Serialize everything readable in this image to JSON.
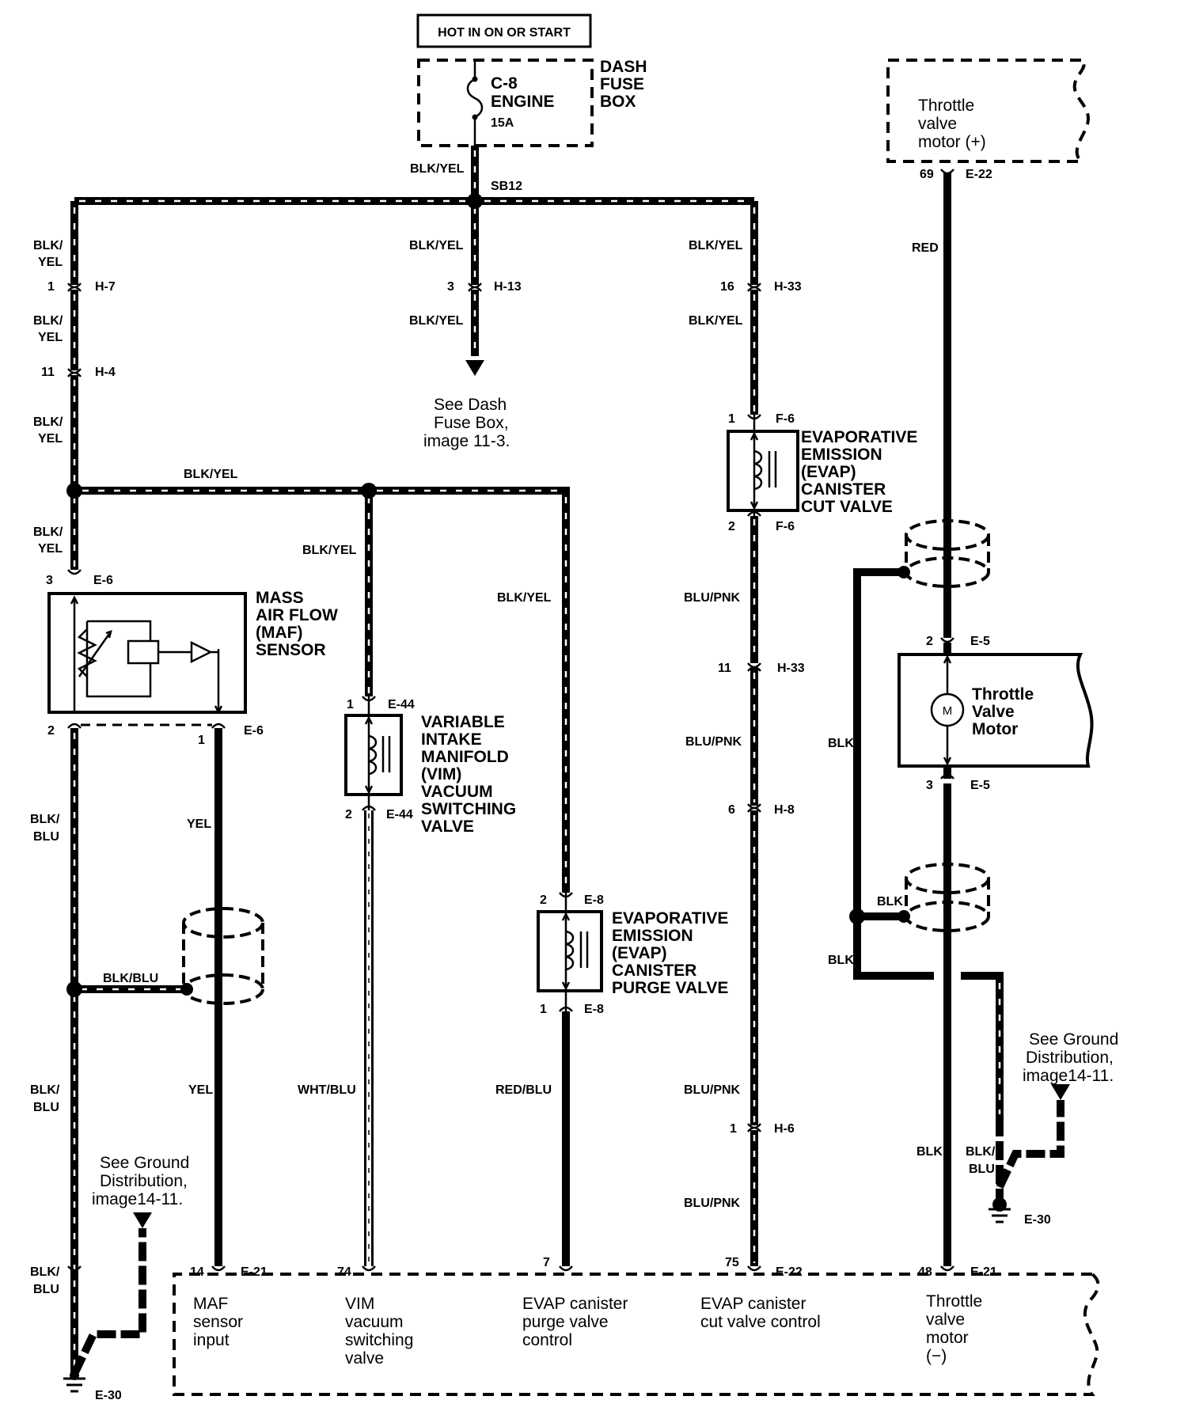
{
  "power": {
    "hot_label": "HOT IN ON OR START",
    "fuse_id": "C-8",
    "fuse_name": "ENGINE",
    "fuse_rating": "15A",
    "fuse_box_line1": "DASH",
    "fuse_box_line2": "FUSE",
    "fuse_box_line3": "BOX",
    "splice": "SB12"
  },
  "wire_labels": {
    "top": "BLK/YEL",
    "left_1a": "BLK/",
    "left_1b": "YEL",
    "left_2a": "BLK/",
    "left_2b": "YEL",
    "left_3a": "BLK/",
    "left_3b": "YEL",
    "left_4a": "BLK/",
    "left_4b": "YEL",
    "mid_a": "BLK/YEL",
    "mid_b": "BLK/YEL",
    "right_a": "BLK/YEL",
    "right_b": "BLK/YEL",
    "bus": "BLK/YEL",
    "vim_in": "BLK/YEL",
    "purge_in": "BLK/YEL",
    "cut_out_1": "BLU/PNK",
    "cut_out_2": "BLU/PNK",
    "cut_out_3": "BLU/PNK",
    "cut_out_4": "BLU/PNK",
    "red": "RED",
    "maf_gnd_1a": "BLK/",
    "maf_gnd_1b": "BLU",
    "maf_gnd_2a": "BLK/",
    "maf_gnd_2b": "BLU",
    "maf_gnd_3a": "BLK/",
    "maf_gnd_3b": "BLU",
    "maf_shield": "BLK/BLU",
    "maf_sig_1": "YEL",
    "maf_sig_2": "YEL",
    "vim_out": "WHT/BLU",
    "purge_out": "RED/BLU",
    "blk_1": "BLK",
    "blk_2": "BLK",
    "blk_3": "BLK",
    "blk_4": "BLK",
    "blk_blu_a": "BLK/",
    "blk_blu_b": "BLU"
  },
  "connectors": {
    "h7_pin": "1",
    "h7": "H-7",
    "h4_pin": "11",
    "h4": "H-4",
    "h13_pin": "3",
    "h13": "H-13",
    "h33a_pin": "16",
    "h33a": "H-33",
    "f6a_pin": "1",
    "f6a": "F-6",
    "f6b_pin": "2",
    "f6b": "F-6",
    "e6a_pin": "3",
    "e6a": "E-6",
    "e6b_pin": "2",
    "e6c_pin": "1",
    "e6b": "E-6",
    "e44a_pin": "1",
    "e44a": "E-44",
    "e44b_pin": "2",
    "e44b": "E-44",
    "e8a_pin": "2",
    "e8a": "E-8",
    "e8b_pin": "1",
    "e8b": "E-8",
    "h33b_pin": "11",
    "h33b": "H-33",
    "h8_pin": "6",
    "h8": "H-8",
    "h6_pin": "1",
    "h6": "H-6",
    "e22a_pin": "69",
    "e22a": "E-22",
    "e5a_pin": "2",
    "e5a": "E-5",
    "e5b_pin": "3",
    "e5b": "E-5",
    "e21a_pin": "14",
    "e21a": "E-21",
    "ecm_vim_pin": "74",
    "ecm_purge_pin": "7",
    "e22b_pin": "75",
    "e22b": "E-22",
    "e21b_pin": "48",
    "e21b": "E-21",
    "gnd_left": "E-30",
    "gnd_right": "E-30"
  },
  "components": {
    "maf": [
      "MASS",
      "AIR FLOW",
      "(MAF)",
      "SENSOR"
    ],
    "vim": [
      "VARIABLE",
      "INTAKE",
      "MANIFOLD",
      "(VIM)",
      "VACUUM",
      "SWITCHING",
      "VALVE"
    ],
    "cut": [
      "EVAPORATIVE",
      "EMISSION",
      "(EVAP)",
      "CANISTER",
      "CUT VALVE"
    ],
    "purge": [
      "EVAPORATIVE",
      "EMISSION",
      "(EVAP)",
      "CANISTER",
      "PURGE VALVE"
    ],
    "motor": [
      "Throttle",
      "Valve",
      "Motor"
    ],
    "motor_symbol": "M",
    "throttle_plus": [
      "Throttle",
      "valve",
      "motor (+)"
    ]
  },
  "notes": {
    "dash": [
      "See Dash",
      "Fuse Box,",
      "image 11-3."
    ],
    "ground_left": [
      "See Ground",
      "Distribution,",
      "image14-11."
    ],
    "ground_right": [
      "See Ground",
      "Distribution,",
      "image14-11."
    ]
  },
  "ecm_labels": {
    "maf": [
      "MAF",
      "sensor",
      "input"
    ],
    "vim": [
      "VIM",
      "vacuum",
      "switching",
      "valve"
    ],
    "purge": [
      "EVAP canister",
      "purge valve",
      "control"
    ],
    "cut": [
      "EVAP canister",
      "cut valve control"
    ],
    "motor": [
      "Throttle",
      "valve",
      "motor",
      "(−)"
    ]
  }
}
